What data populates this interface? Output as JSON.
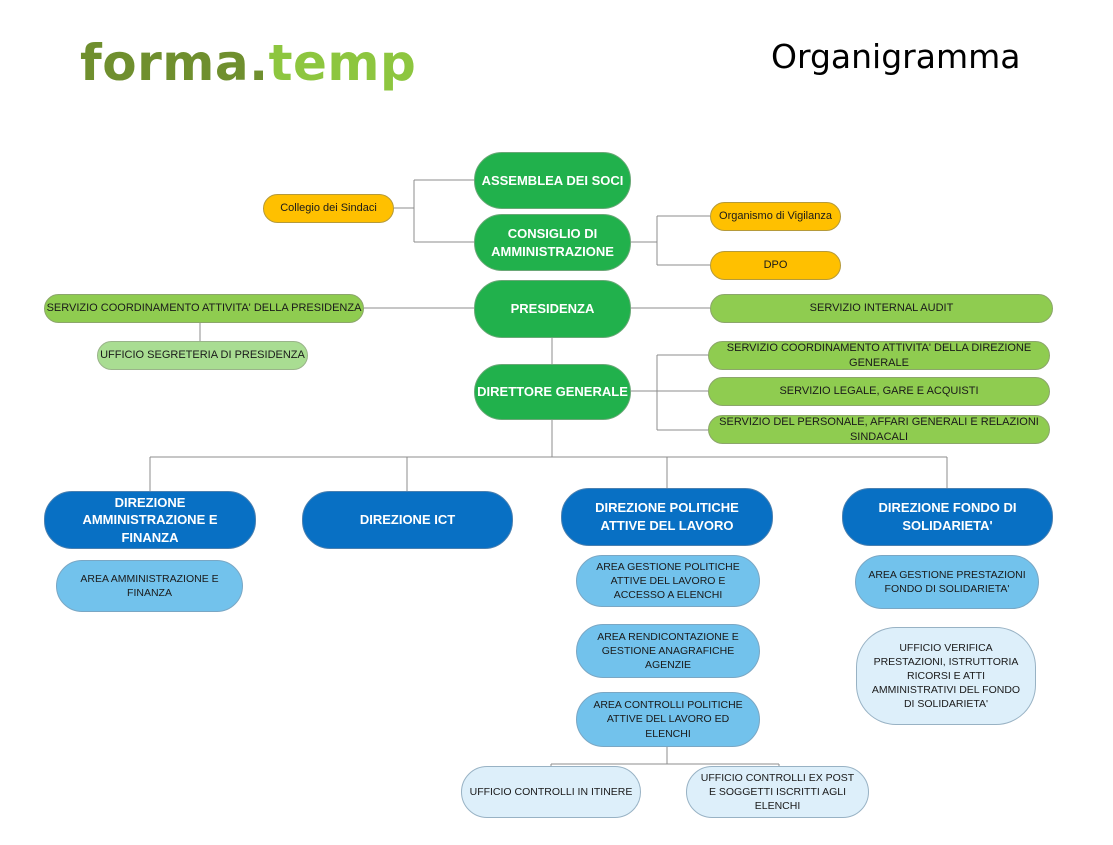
{
  "logo": {
    "part1": "forma.",
    "part2": "temp"
  },
  "title": "Organigramma",
  "nodes": {
    "assemblea": "ASSEMBLEA DEI SOCI",
    "consiglio": "CONSIGLIO DI AMMINISTRAZIONE",
    "presidenza": "PRESIDENZA",
    "direttore": "DIRETTORE GENERALE",
    "collegio": "Collegio dei Sindaci",
    "vigilanza": "Organismo di Vigilanza",
    "dpo": "DPO",
    "serv_coord_presidenza": "SERVIZIO COORDINAMENTO ATTIVITA' DELLA PRESIDENZA",
    "uff_segreteria": "UFFICIO SEGRETERIA DI PRESIDENZA",
    "internal_audit": "SERVIZIO INTERNAL AUDIT",
    "serv_coord_dg": "SERVIZIO COORDINAMENTO ATTIVITA' DELLA DIREZIONE GENERALE",
    "serv_legale": "SERVIZIO LEGALE, GARE E ACQUISTI",
    "serv_personale": "SERVIZIO DEL PERSONALE, AFFARI GENERALI E RELAZIONI SINDACALI",
    "dir_amm": "DIREZIONE AMMINISTRAZIONE E FINANZA",
    "dir_ict": "DIREZIONE ICT",
    "dir_pol": "DIREZIONE POLITICHE ATTIVE DEL LAVORO",
    "dir_fondo": "DIREZIONE FONDO DI SOLIDARIETA'",
    "area_amm": "AREA AMMINISTRAZIONE E FINANZA",
    "area_gest_pol": "AREA GESTIONE POLITICHE ATTIVE DEL LAVORO E ACCESSO A ELENCHI",
    "area_rend": "AREA RENDICONTAZIONE E GESTIONE ANAGRAFICHE AGENZIE",
    "area_controlli": "AREA CONTROLLI POLITICHE ATTIVE DEL LAVORO ED ELENCHI",
    "uff_itinere": "UFFICIO CONTROLLI IN ITINERE",
    "uff_expost": "UFFICIO CONTROLLI EX POST E SOGGETTI ISCRITTI AGLI ELENCHI",
    "area_gest_prest": "AREA GESTIONE PRESTAZIONI FONDO DI SOLIDARIETA'",
    "uff_verifica": "UFFICIO VERIFICA PRESTAZIONI, ISTRUTTORIA RICORSI E ATTI AMMINISTRATIVI DEL FONDO DI SOLIDARIETA'"
  }
}
